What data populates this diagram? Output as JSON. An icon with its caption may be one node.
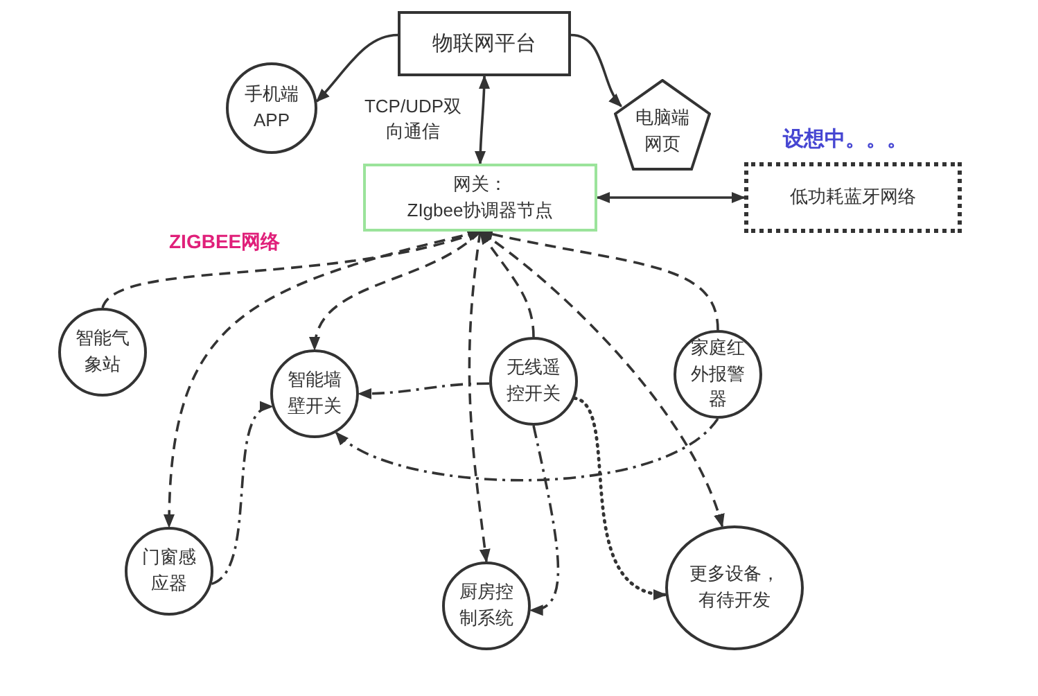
{
  "diagram": {
    "nodes": [
      {
        "text": [
          "物联网平台"
        ]
      },
      {
        "text": [
          "手机端APP"
        ]
      },
      {
        "text": [
          "电脑端网页"
        ]
      },
      {
        "text": [
          "网关：",
          "ZIgbee协调器节点"
        ]
      },
      {
        "text": [
          "低功耗蓝牙网络"
        ],
        "beside": [
          "设想中。。。"
        ]
      },
      {
        "text": [
          "智能气象站"
        ]
      },
      {
        "text": [
          "智能墙壁开关"
        ]
      },
      {
        "text": [
          "无线遥控开关"
        ]
      },
      {
        "text": [
          "家庭红外报警器"
        ]
      },
      {
        "text": [
          "门窗感应器"
        ]
      },
      {
        "text": [
          "厨房控制系统"
        ]
      },
      {
        "text": [
          "更多设备，有待开发"
        ]
      }
    ],
    "edges": [
      {
        "from": 0,
        "to": 1,
        "arrow": "to"
      },
      {
        "from": 0,
        "to": 2,
        "arrow": "to"
      },
      {
        "from": 0,
        "to": 3,
        "arrow": "both",
        "label": "TCP/UDP双向通信"
      },
      {
        "from": 3,
        "to": 4,
        "arrow": "both"
      },
      {
        "from": 5,
        "to": 3,
        "arrow": "to",
        "style": "dashed"
      },
      {
        "from": 3,
        "to": 6,
        "arrow": "to",
        "style": "dashed"
      },
      {
        "from": 3,
        "to": 9,
        "arrow": "to",
        "style": "dashed"
      },
      {
        "from": 3,
        "to": 10,
        "arrow": "to",
        "style": "dashed"
      },
      {
        "from": 3,
        "to": 11,
        "arrow": "to",
        "style": "dashed"
      },
      {
        "from": 7,
        "to": 3,
        "arrow": "to",
        "style": "dashed"
      },
      {
        "from": 8,
        "to": 3,
        "arrow": "to",
        "style": "dashed"
      },
      {
        "from": 7,
        "to": 6,
        "arrow": "to",
        "style": "dashed"
      },
      {
        "from": 9,
        "to": 6,
        "arrow": "to",
        "style": "dashed"
      },
      {
        "from": 8,
        "to": 6,
        "arrow": "to",
        "style": "dashed"
      },
      {
        "from": 7,
        "to": 10,
        "arrow": "to",
        "style": "dashed"
      },
      {
        "from": 7,
        "to": 11,
        "arrow": "to",
        "style": "dashed"
      }
    ],
    "labels": [
      "ZIGBEE网络"
    ]
  }
}
